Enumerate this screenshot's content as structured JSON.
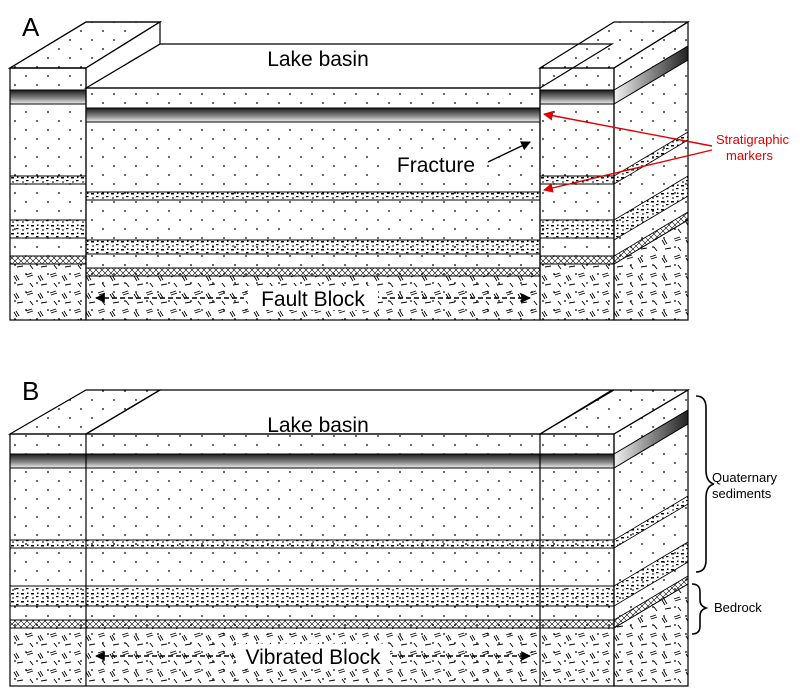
{
  "panels": [
    {
      "id": "A",
      "letter": "A",
      "lake_label": "Lake basin",
      "block_label": "Fault Block",
      "fracture_label": "Fracture"
    },
    {
      "id": "B",
      "letter": "B",
      "lake_label": "Lake basin",
      "block_label": "Vibrated Block"
    }
  ],
  "annotations": {
    "stratigraphic_markers": [
      "Stratigraphic",
      "markers"
    ],
    "quaternary_sediments": [
      "Quaternary",
      "sediments"
    ],
    "bedrock": "Bedrock"
  },
  "colors": {
    "outline": "#000000",
    "annotation_red": "#e00000",
    "background": "#ffffff"
  }
}
